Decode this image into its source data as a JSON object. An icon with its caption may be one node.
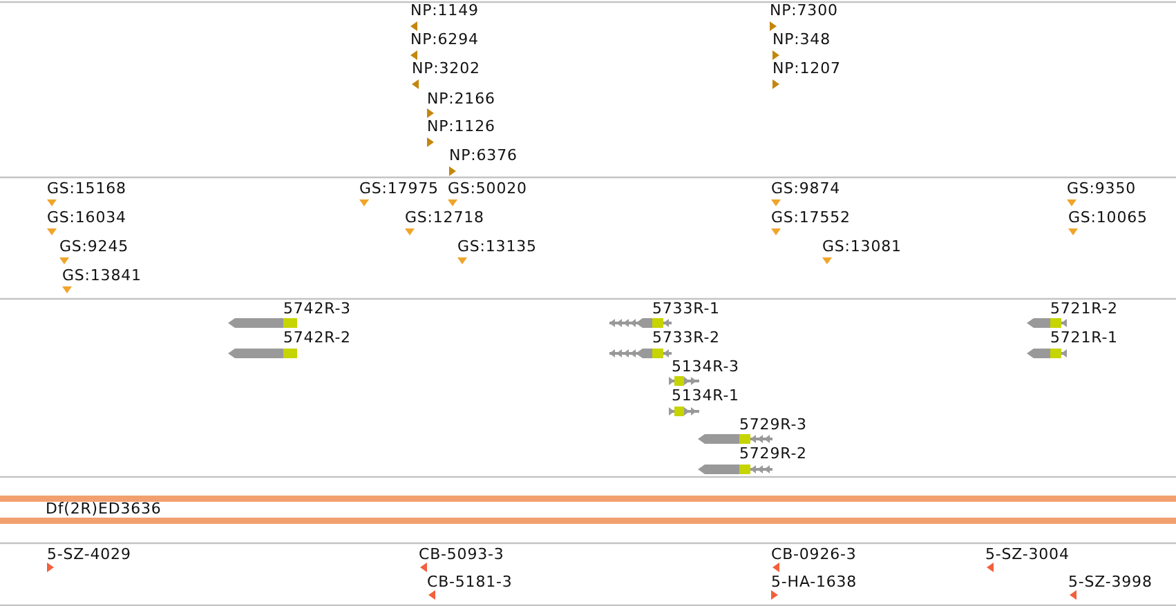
{
  "diagram": {
    "labels": [
      "NP:1149",
      "NP:6294",
      "NP:3202",
      "NP:2166",
      "NP:1126",
      "NP:6376",
      "NP:7300",
      "NP:348",
      "NP:1207",
      "GS:15168",
      "GS:16034",
      "GS:9245",
      "GS:13841",
      "GS:17975",
      "GS:50020",
      "GS:12718",
      "GS:13135",
      "GS:9874",
      "GS:17552",
      "GS:13081",
      "GS:9350",
      "GS:10065",
      "5742R-3",
      "5742R-2",
      "5733R-1",
      "5733R-2",
      "5134R-3",
      "5134R-1",
      "5729R-3",
      "5729R-2",
      "5721R-2",
      "5721R-1",
      "Df(2R)ED3636",
      "5-SZ-4029",
      "CB-5093-3",
      "CB-5181-3",
      "CB-0926-3",
      "5-HA-1638",
      "5-SZ-3004",
      "5-SZ-3998"
    ]
  }
}
